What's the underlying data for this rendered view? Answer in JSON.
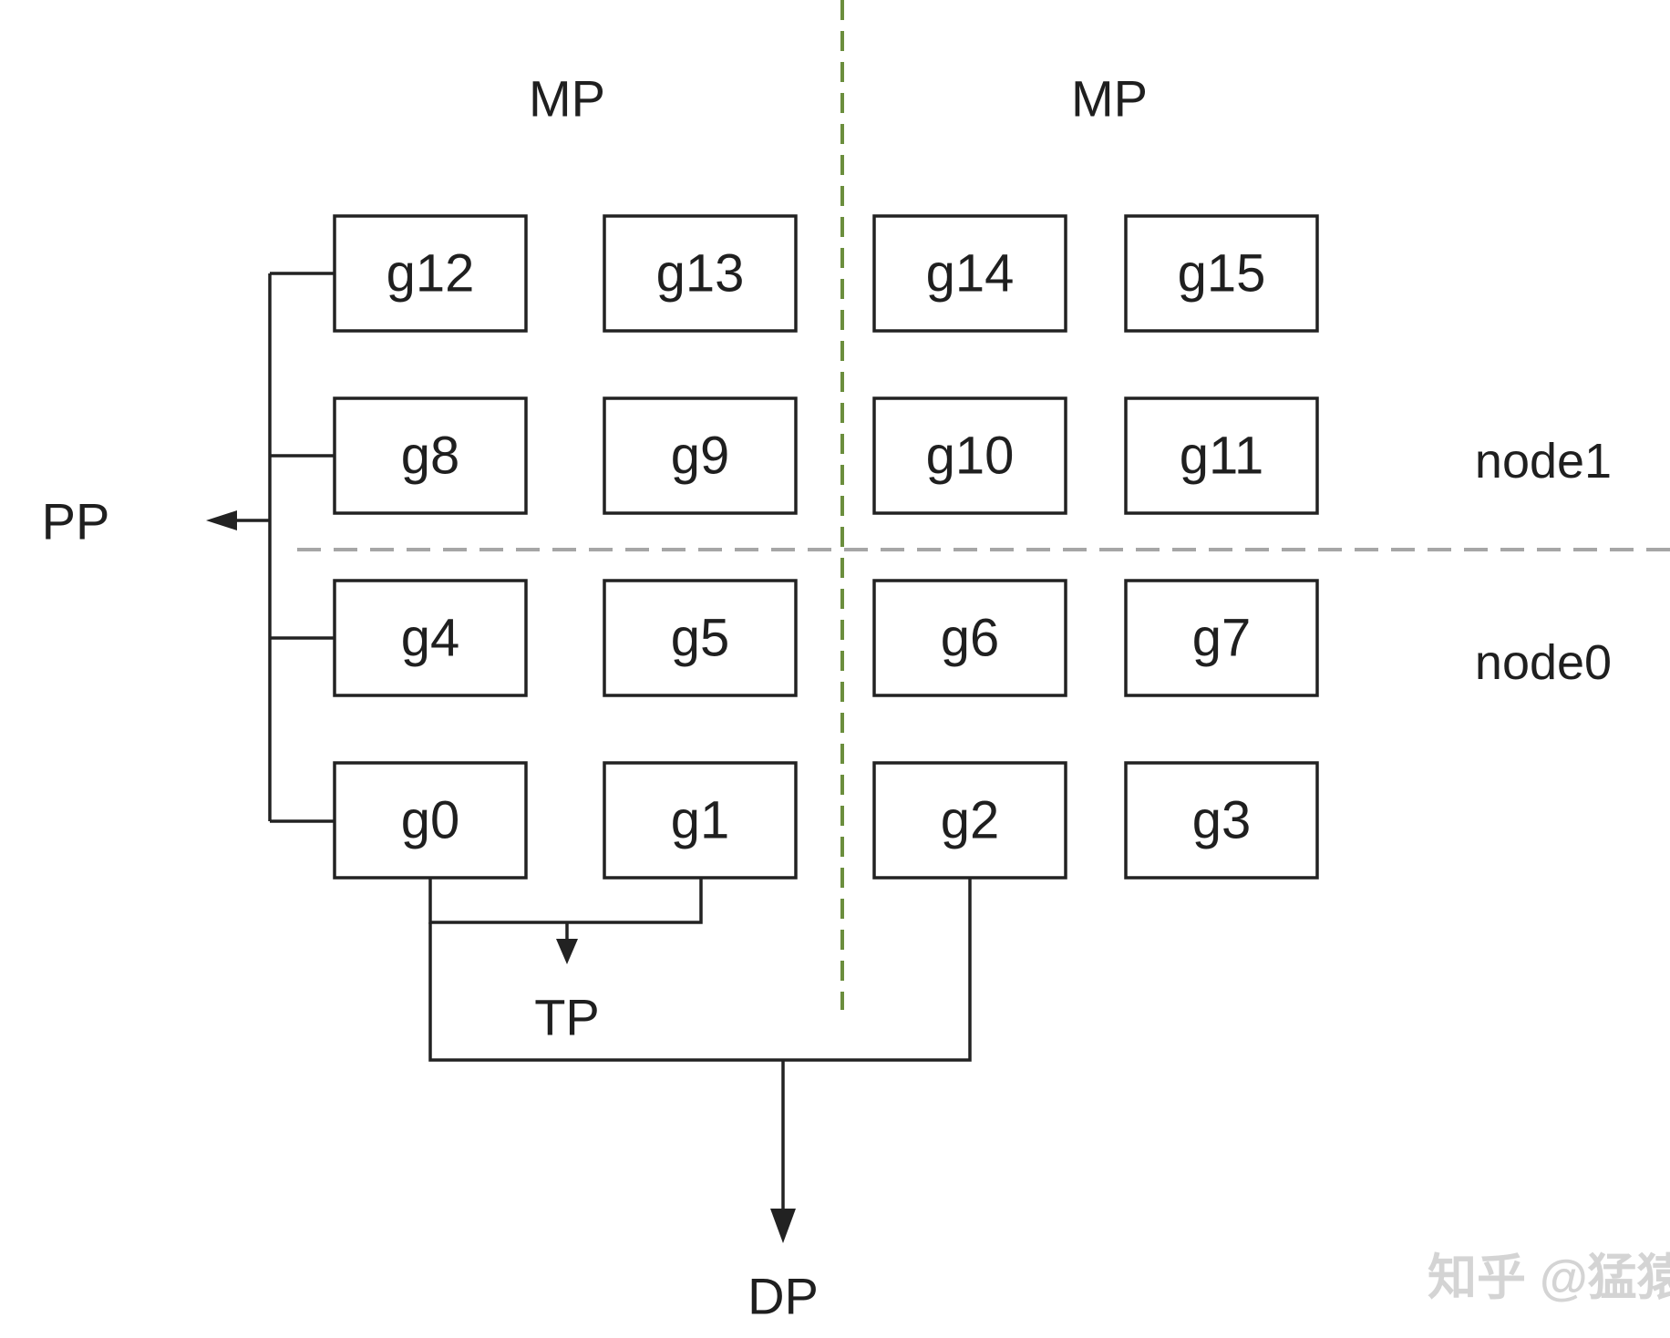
{
  "axes": {
    "mp_left": "MP",
    "mp_right": "MP",
    "pp": "PP",
    "tp": "TP",
    "dp": "DP"
  },
  "nodes": {
    "node1": "node1",
    "node0": "node0"
  },
  "gpus": {
    "row3": [
      "g12",
      "g13",
      "g14",
      "g15"
    ],
    "row2": [
      "g8",
      "g9",
      "g10",
      "g11"
    ],
    "row1": [
      "g4",
      "g5",
      "g6",
      "g7"
    ],
    "row0": [
      "g0",
      "g1",
      "g2",
      "g3"
    ]
  },
  "watermark": "知乎 @猛猿",
  "colors": {
    "mp_divider": "#6b8e3d",
    "node_divider": "#a6a6a6",
    "line": "#222222"
  }
}
